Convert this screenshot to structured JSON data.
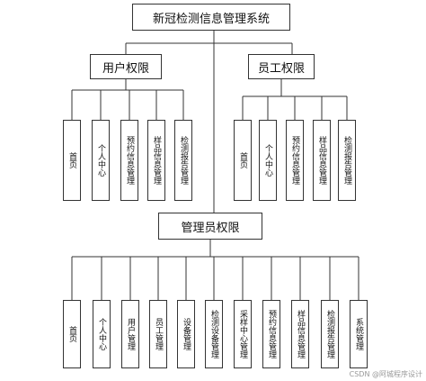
{
  "root": "新冠检测信息管理系统",
  "branches": [
    {
      "label": "用户权限",
      "children": [
        "首页",
        "个人中心",
        "预约信息管理",
        "样品信息管理",
        "检测报告管理"
      ]
    },
    {
      "label": "员工权限",
      "children": [
        "首页",
        "个人中心",
        "预约信息管理",
        "样品信息管理",
        "检测报告管理"
      ]
    },
    {
      "label": "管理员权限",
      "children": [
        "首页",
        "个人中心",
        "用户管理",
        "员工管理",
        "设备管理",
        "检测设备管理",
        "采样中心管理",
        "预约信息管理",
        "样品信息管理",
        "检测报告管理",
        "系统管理"
      ]
    }
  ],
  "watermark": "CSDN @阿城程序设计"
}
